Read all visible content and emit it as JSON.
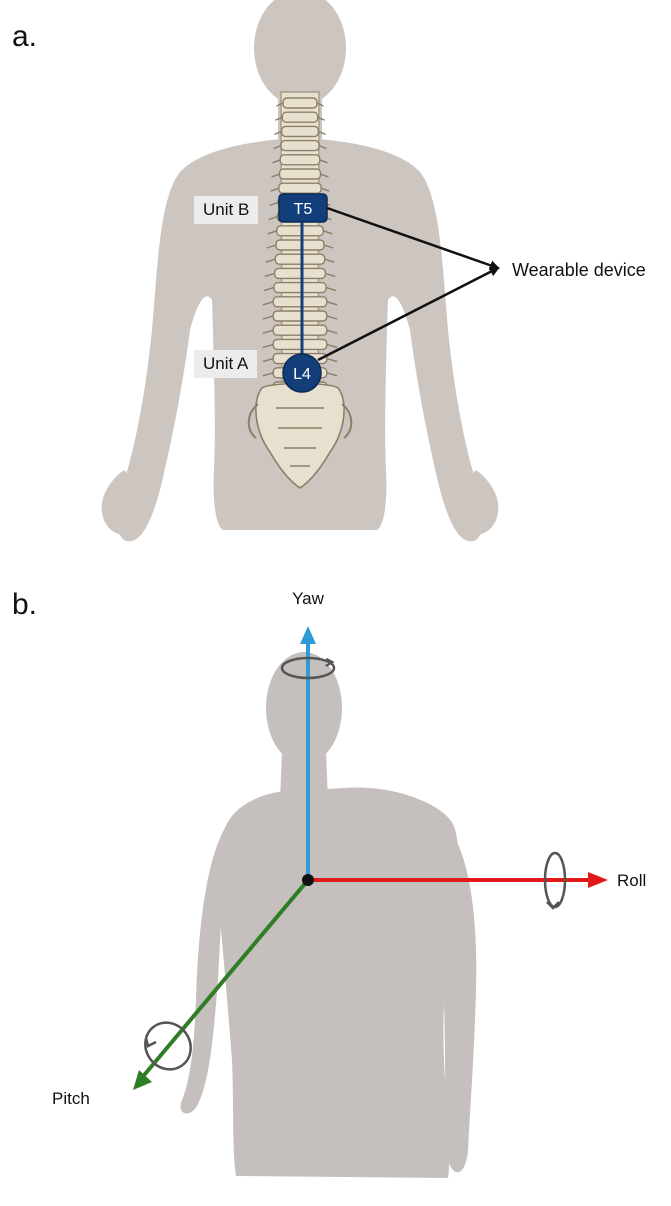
{
  "panel_a": {
    "label": "a.",
    "unit_b_label": "Unit B",
    "unit_a_label": "Unit A",
    "sensor_top": "T5",
    "sensor_bottom": "L4",
    "annotation": "Wearable device"
  },
  "panel_b": {
    "label": "b.",
    "yaw_label": "Yaw",
    "roll_label": "Roll",
    "pitch_label": "Pitch"
  },
  "colors": {
    "silhouette": "#cdc5bf",
    "silhouette_b": "#c5c0bd",
    "bone": "#e8e0cf",
    "bone_shadow": "#a89c86",
    "sensor": "#123f7a",
    "yaw_axis": "#2f9ad6",
    "roll_axis": "#e01a1a",
    "pitch_axis": "#2f7d24",
    "rotation_marker": "#555555"
  }
}
